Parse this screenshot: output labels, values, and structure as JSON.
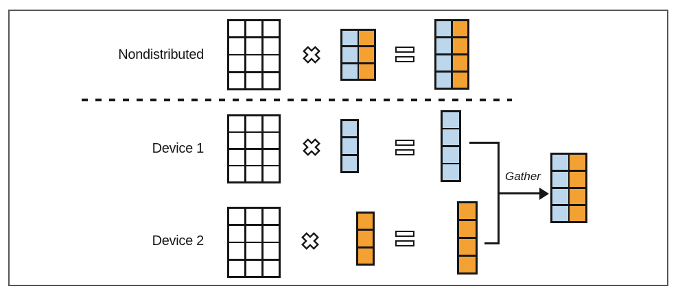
{
  "colors": {
    "white": "#ffffff",
    "blue": "#bcd6eb",
    "orange": "#f4a133",
    "line": "#161616"
  },
  "icons": {
    "multiply": "outlined-x-cross",
    "equals": "double-bar-equals",
    "gather_arrow": "right-arrow"
  },
  "diagram": {
    "rows": [
      {
        "label": "Nondistributed",
        "input_matrix": {
          "rows": 4,
          "cols": 3,
          "col_colors": [
            "white",
            "white",
            "white"
          ]
        },
        "weight_matrix": {
          "rows": 3,
          "cols": 2,
          "col_colors": [
            "blue",
            "orange"
          ]
        },
        "output_matrix": {
          "rows": 4,
          "cols": 2,
          "col_colors": [
            "blue",
            "orange"
          ]
        }
      },
      {
        "label": "Device 1",
        "input_matrix": {
          "rows": 4,
          "cols": 3,
          "col_colors": [
            "white",
            "white",
            "white"
          ]
        },
        "weight_matrix": {
          "rows": 3,
          "cols": 1,
          "col_colors": [
            "blue"
          ]
        },
        "output_matrix": {
          "rows": 4,
          "cols": 1,
          "col_colors": [
            "blue"
          ]
        }
      },
      {
        "label": "Device 2",
        "input_matrix": {
          "rows": 4,
          "cols": 3,
          "col_colors": [
            "white",
            "white",
            "white"
          ]
        },
        "weight_matrix": {
          "rows": 3,
          "cols": 1,
          "col_colors": [
            "orange"
          ]
        },
        "output_matrix": {
          "rows": 4,
          "cols": 1,
          "col_colors": [
            "orange"
          ]
        }
      }
    ],
    "gather": {
      "label": "Gather",
      "result_matrix": {
        "rows": 4,
        "cols": 2,
        "col_colors": [
          "blue",
          "orange"
        ]
      }
    }
  }
}
